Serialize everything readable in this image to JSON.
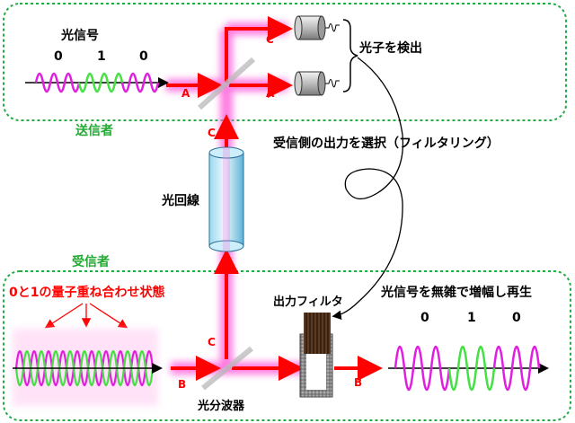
{
  "sender": {
    "box_label": "送信者",
    "signal_label": "光信号",
    "bits": [
      "0",
      "1",
      "0"
    ],
    "detect_label": "光子を検出"
  },
  "receiver": {
    "box_label": "受信者",
    "superposition_label": "0と1の量子重ね合わせ状態",
    "filter_label": "出力フィルタ",
    "splitter_label": "光分波器",
    "output_label": "光信号を無雑で増幅し再生",
    "output_bits": [
      "0",
      "1",
      "0"
    ]
  },
  "channel": {
    "fiber_label": "光回線",
    "selection_label": "受信側の出力を選択（フィルタリング）"
  },
  "beams": {
    "A": "A",
    "B": "B",
    "C": "C"
  },
  "colors": {
    "bit0": "#e020e0",
    "bit1": "#44e044",
    "beam": "#ff0000",
    "glow": "#ff66dd",
    "box_border": "#22aa44",
    "label_green": "#22aa33",
    "label_red": "#ff0000"
  }
}
